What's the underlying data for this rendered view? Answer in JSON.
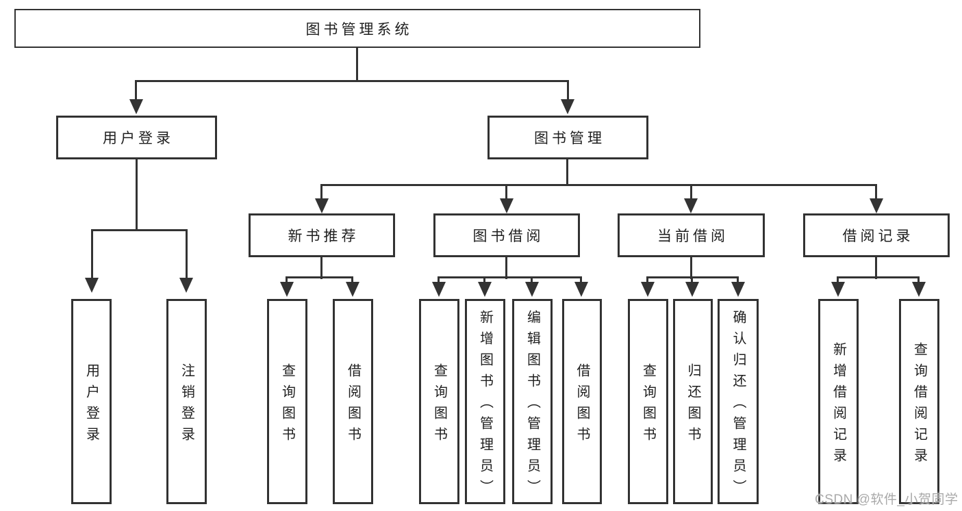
{
  "diagram": {
    "watermark": "CSDN @软件_小贺同学",
    "line_color": "#333333",
    "box_border_color": "#323232",
    "tree": {
      "root": "图书管理系统",
      "children": [
        {
          "label": "用户登录",
          "children": [
            {
              "label": "用户登录"
            },
            {
              "label": "注销登录"
            }
          ]
        },
        {
          "label": "图书管理",
          "children": [
            {
              "label": "新书推荐",
              "children": [
                {
                  "label": "查询图书"
                },
                {
                  "label": "借阅图书"
                }
              ]
            },
            {
              "label": "图书借阅",
              "children": [
                {
                  "label": "查询图书"
                },
                {
                  "label": "新增图书（管理员）"
                },
                {
                  "label": "编辑图书（管理员）"
                },
                {
                  "label": "借阅图书"
                }
              ]
            },
            {
              "label": "当前借阅",
              "children": [
                {
                  "label": "查询图书"
                },
                {
                  "label": "归还图书"
                },
                {
                  "label": "确认归还（管理员）"
                }
              ]
            },
            {
              "label": "借阅记录",
              "children": [
                {
                  "label": "新增借阅记录"
                },
                {
                  "label": "查询借阅记录"
                }
              ]
            }
          ]
        }
      ]
    }
  }
}
